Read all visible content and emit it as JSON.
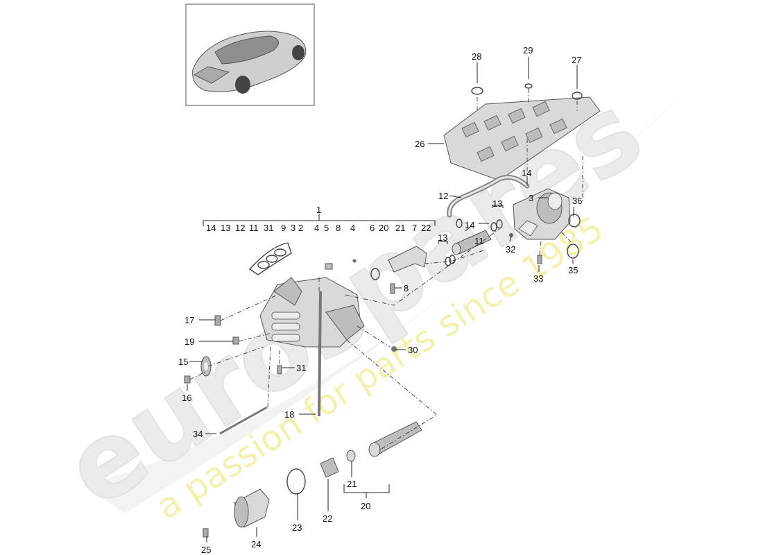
{
  "watermark": {
    "brand": "eurospares",
    "tagline": "a passion for parts since 1985",
    "brand_color": "#e8e8e8",
    "tagline_color": "#f5f2a8"
  },
  "callouts": {
    "c1": "1",
    "c2": "2",
    "c3": "3",
    "c3b": "3",
    "c4": "4",
    "c4b": "4",
    "c5": "5",
    "c6": "6",
    "c7": "7",
    "c8": "8",
    "c8b": "8",
    "c9": "9",
    "c11": "11",
    "c11b": "11",
    "c12": "12",
    "c12b": "12",
    "c13": "13",
    "c13b": "13",
    "c13c": "13",
    "c14": "14",
    "c14b": "14",
    "c14c": "14",
    "c15": "15",
    "c16": "16",
    "c17": "17",
    "c18": "18",
    "c19": "19",
    "c20": "20",
    "c20b": "20",
    "c21": "21",
    "c21b": "21",
    "c22": "22",
    "c22b": "22",
    "c23": "23",
    "c24": "24",
    "c25": "25",
    "c26": "26",
    "c27": "27",
    "c28": "28",
    "c29": "29",
    "c30": "30",
    "c31": "31",
    "c31b": "31",
    "c32": "32",
    "c33": "33",
    "c34": "34",
    "c35": "35",
    "c36": "36"
  }
}
